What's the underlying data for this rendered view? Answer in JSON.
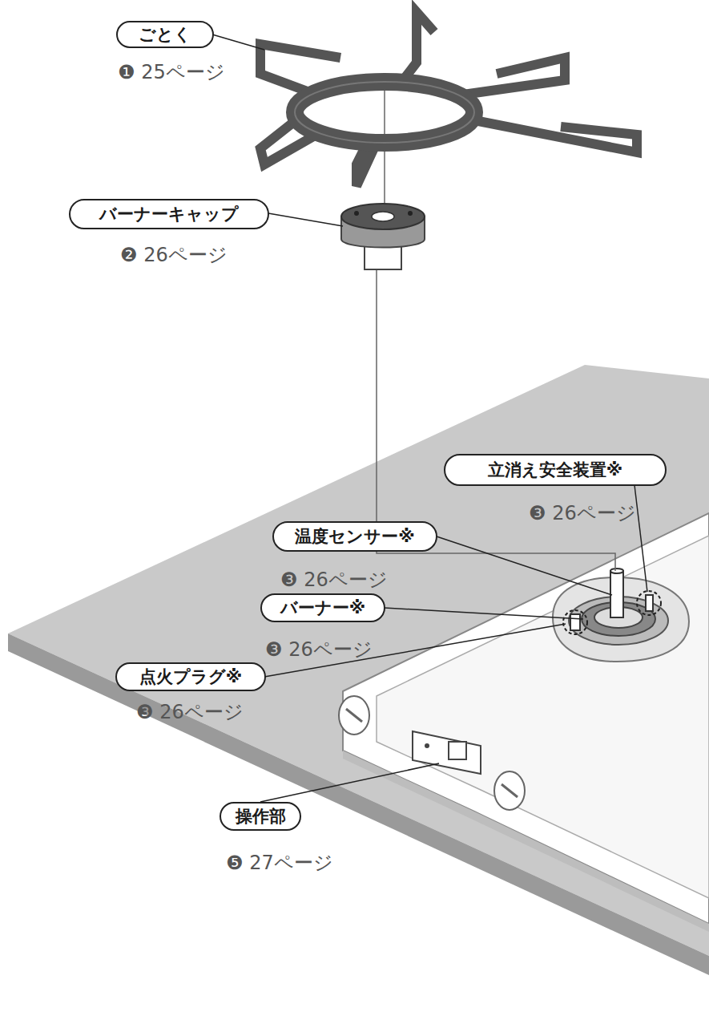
{
  "diagram": {
    "nodes": [
      {
        "text": [
          "ごとく",
          "❶ 25ページ"
        ]
      },
      {
        "text": [
          "バーナーキャップ",
          "❷ 26ページ"
        ]
      },
      {
        "text": [
          "立消え安全装置※",
          "❸ 26ページ"
        ]
      },
      {
        "text": [
          "温度センサー※",
          "❸ 26ページ"
        ]
      },
      {
        "text": [
          "バーナー※",
          "❸ 26ページ"
        ]
      },
      {
        "text": [
          "点火プラグ※",
          "❸ 26ページ"
        ]
      },
      {
        "text": [
          "操作部",
          "❺ 27ページ"
        ]
      }
    ]
  }
}
